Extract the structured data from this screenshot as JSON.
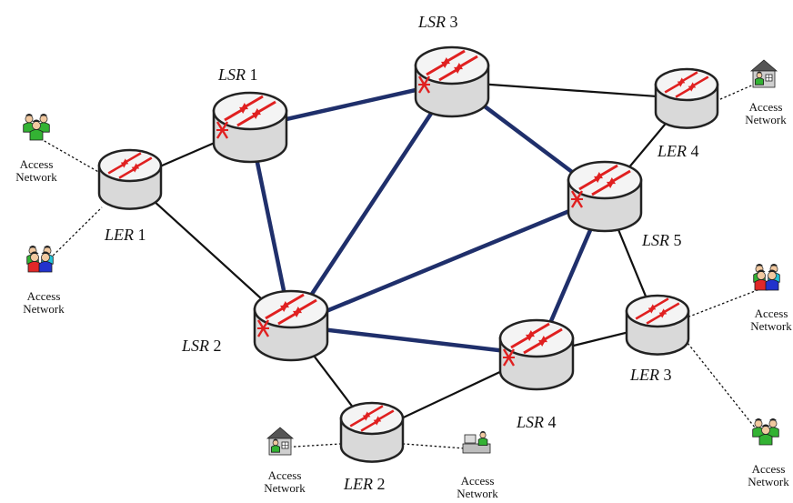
{
  "colors": {
    "core_link": "#1f2f6b",
    "edge_link": "#111111",
    "access_link": "#111111",
    "router_body": "#d9d9d9",
    "router_top": "#f4f4f4",
    "router_arrow": "#e02020",
    "router_outline": "#222222",
    "user_green": "#33b233",
    "user_red": "#e02828",
    "user_blue": "#2233cc",
    "user_cyan": "#22c4d8",
    "house_wall": "#cfcfcf",
    "house_roof": "#555555"
  },
  "routers": [
    {
      "id": "ler1",
      "type": "LER",
      "label_prefix": "LER",
      "label_num": "1"
    },
    {
      "id": "lsr1",
      "type": "LSR",
      "label_prefix": "LSR",
      "label_num": "1"
    },
    {
      "id": "lsr3",
      "type": "LSR",
      "label_prefix": "LSR",
      "label_num": "3"
    },
    {
      "id": "ler4",
      "type": "LER",
      "label_prefix": "LER",
      "label_num": "4"
    },
    {
      "id": "lsr5",
      "type": "LSR",
      "label_prefix": "LSR",
      "label_num": "5"
    },
    {
      "id": "lsr2",
      "type": "LSR",
      "label_prefix": "LSR",
      "label_num": "2"
    },
    {
      "id": "lsr4",
      "type": "LSR",
      "label_prefix": "LSR",
      "label_num": "4"
    },
    {
      "id": "ler3",
      "type": "LER",
      "label_prefix": "LER",
      "label_num": "3"
    },
    {
      "id": "ler2",
      "type": "LER",
      "label_prefix": "LER",
      "label_num": "2"
    }
  ],
  "core_links": [
    [
      "lsr1",
      "lsr3"
    ],
    [
      "lsr1",
      "lsr2"
    ],
    [
      "lsr3",
      "lsr2"
    ],
    [
      "lsr3",
      "lsr5"
    ],
    [
      "lsr2",
      "lsr5"
    ],
    [
      "lsr2",
      "lsr4"
    ],
    [
      "lsr5",
      "lsr4"
    ]
  ],
  "edge_links": [
    [
      "ler1",
      "lsr1"
    ],
    [
      "ler1",
      "lsr2"
    ],
    [
      "lsr3",
      "ler4"
    ],
    [
      "ler4",
      "lsr5"
    ],
    [
      "lsr5",
      "ler3"
    ],
    [
      "lsr4",
      "ler3"
    ],
    [
      "lsr2",
      "ler2"
    ],
    [
      "ler2",
      "lsr4"
    ]
  ],
  "access_networks": [
    {
      "id": "an-ler1-a",
      "icon": "user-group",
      "label_line1": "Access",
      "label_line2": "Network",
      "router": "ler1"
    },
    {
      "id": "an-ler1-b",
      "icon": "user-group-multicolor",
      "label_line1": "Access",
      "label_line2": "Network",
      "router": "ler1"
    },
    {
      "id": "an-ler4",
      "icon": "home",
      "label_line1": "Access",
      "label_line2": "Network",
      "router": "ler4"
    },
    {
      "id": "an-ler3-a",
      "icon": "user-group-multicolor",
      "label_line1": "Access",
      "label_line2": "Network",
      "router": "ler3"
    },
    {
      "id": "an-ler3-b",
      "icon": "user-group",
      "label_line1": "Access",
      "label_line2": "Network",
      "router": "ler3"
    },
    {
      "id": "an-ler2-a",
      "icon": "home",
      "label_line1": "Access",
      "label_line2": "Network",
      "router": "ler2"
    },
    {
      "id": "an-ler2-b",
      "icon": "office",
      "label_line1": "Access",
      "label_line2": "Network",
      "router": "ler2"
    }
  ]
}
